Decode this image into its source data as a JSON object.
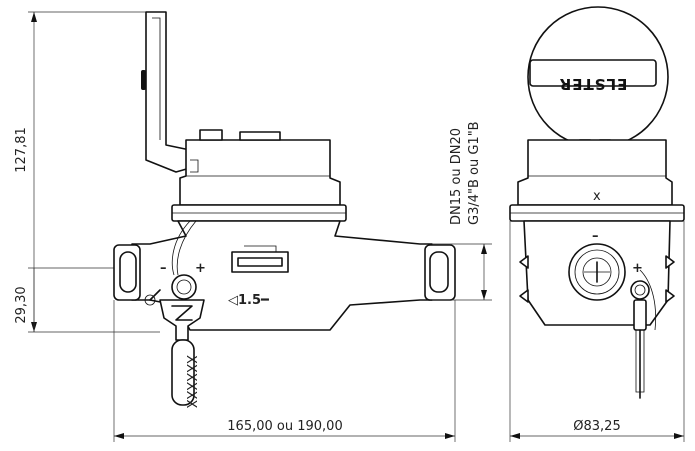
{
  "dimensions": {
    "height_total": "127,81",
    "height_axis": "29,30",
    "length": "165,00 ou 190,00",
    "diameter": "Ø83,25",
    "thread_line1": "DN15 ou DN20",
    "thread_line2": "G3/4\"B ou G1\"B"
  },
  "labels": {
    "minus_left": "–",
    "plus_left": "+",
    "flow_arrow": "◁1.5━",
    "seal_code": "XXXXXX",
    "brand_logo": "ELSTER",
    "minus_right": "–",
    "plus_right": "+",
    "small_x": "x"
  }
}
